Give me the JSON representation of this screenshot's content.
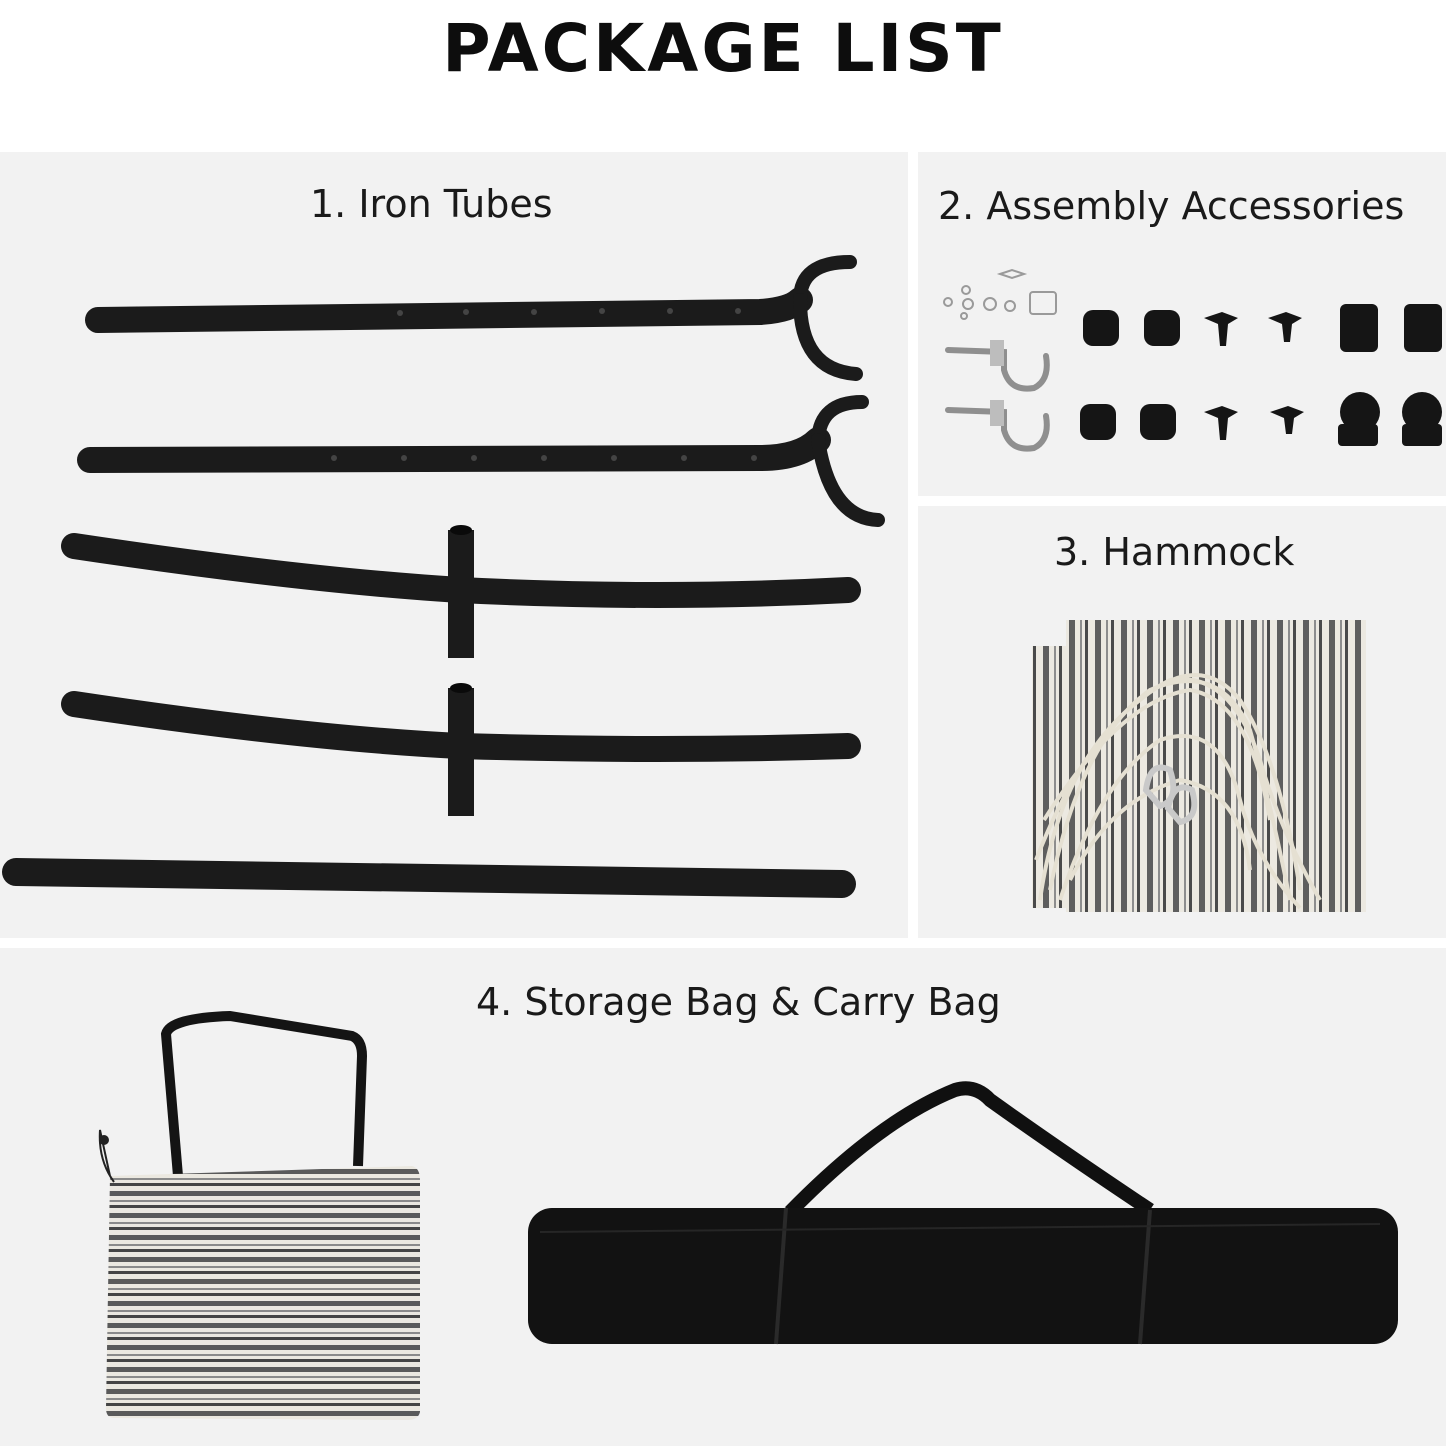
{
  "header": {
    "title": "PACKAGE LIST"
  },
  "sections": [
    {
      "label": "1. Iron Tubes"
    },
    {
      "label": "2. Assembly Accessories"
    },
    {
      "label": "3. Hammock"
    },
    {
      "label": "4. Storage Bag & Carry Bag"
    }
  ],
  "colors": {
    "panel": "#f2f2f2",
    "tube": "#1b1b1b",
    "stripe_dark": "#555555",
    "stripe_light": "#e9e6de"
  }
}
